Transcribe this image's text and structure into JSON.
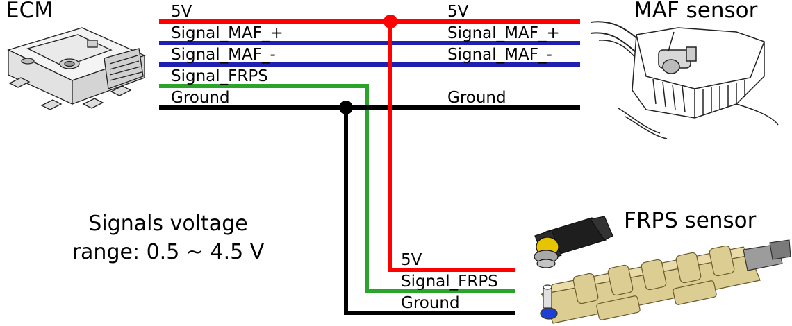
{
  "components": {
    "ecm": {
      "label": "ECM",
      "icon": "ecm-module-icon"
    },
    "maf": {
      "label": "MAF sensor",
      "icon": "maf-sensor-icon"
    },
    "frps": {
      "label": "FRPS sensor",
      "icon": "fuel-rail-pressure-sensor-icon"
    }
  },
  "colors": {
    "five_volt": "#ff0000",
    "signal_maf": "#1f1fb0",
    "signal_frps": "#2aa52a",
    "ground": "#000000"
  },
  "ecm_bus": [
    {
      "label": "5V",
      "color": "five_volt"
    },
    {
      "label": "Signal_MAF_+",
      "color": "signal_maf"
    },
    {
      "label": "Signal_MAF_-",
      "color": "signal_maf"
    },
    {
      "label": "Signal_FRPS",
      "color": "signal_frps"
    },
    {
      "label": "Ground",
      "color": "ground"
    }
  ],
  "maf_side": [
    {
      "label": "5V"
    },
    {
      "label": "Signal_MAF_+"
    },
    {
      "label": "Signal_MAF_-"
    },
    {
      "label": "Ground"
    }
  ],
  "frps_side": [
    {
      "label": "5V"
    },
    {
      "label": "Signal_FRPS"
    },
    {
      "label": "Ground"
    }
  ],
  "note": {
    "line1": "Signals voltage",
    "line2": "range: 0.5 ~ 4.5 V"
  }
}
